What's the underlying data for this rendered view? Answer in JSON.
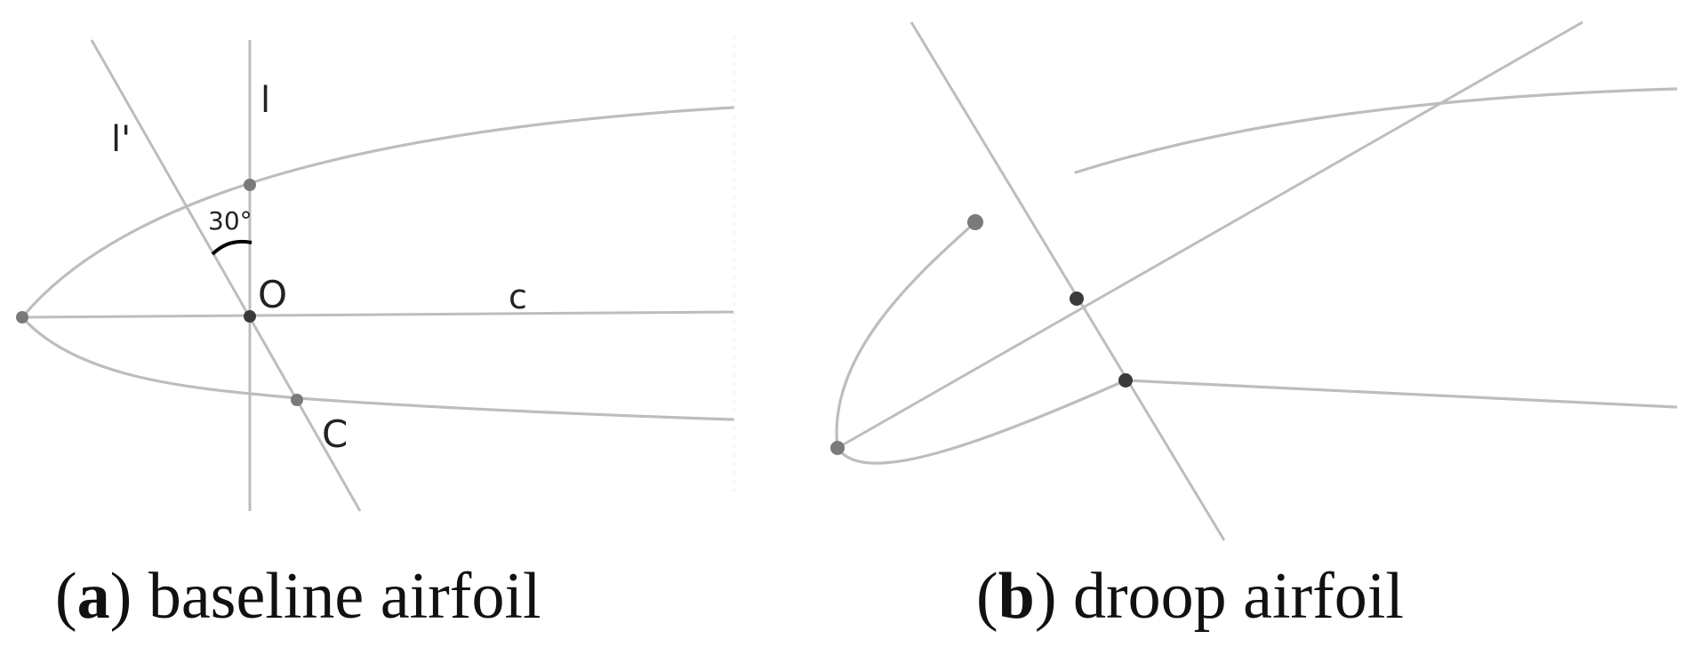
{
  "panel_a": {
    "labels": {
      "l": "l",
      "l_prime": "l'",
      "angle": "30°",
      "origin": "O",
      "chord": "c",
      "point_c": "C"
    },
    "caption": {
      "letter": "a",
      "text": "baseline airfoil"
    }
  },
  "panel_b": {
    "caption": {
      "letter": "b",
      "text": "droop airfoil"
    }
  },
  "colors": {
    "construction_line": "#bdbdbd",
    "point_light": "#7a7a7a",
    "point_dark": "#3a3a3a"
  }
}
